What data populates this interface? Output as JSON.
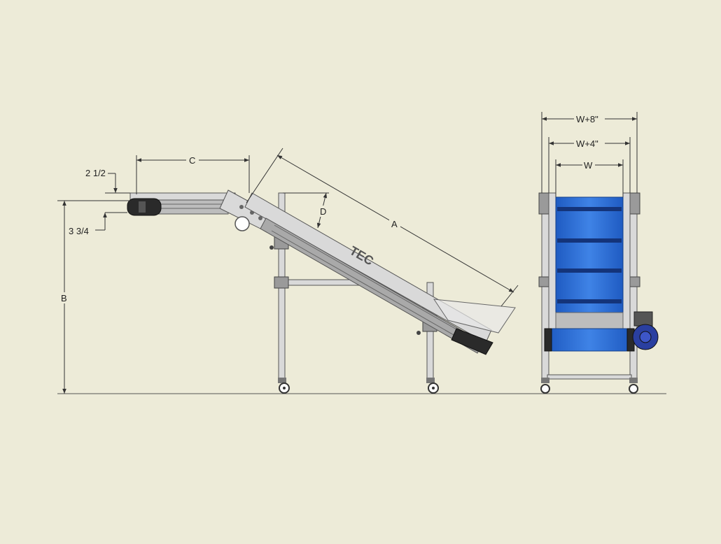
{
  "dimensions": {
    "a": "A",
    "b": "B",
    "c": "C",
    "d": "D",
    "top_offset": "2 1/2",
    "bottom_offset": "3 3/4",
    "w": "W",
    "w_plus_4": "W+4\"",
    "w_plus_8": "W+8\""
  },
  "branding": {
    "conveyor_logo": "TEC"
  },
  "colors": {
    "background": "#edebd8",
    "belt_blue": "#2f6fd6",
    "motor_blue": "#2a3fa0",
    "steel": "#d9d9d9"
  }
}
